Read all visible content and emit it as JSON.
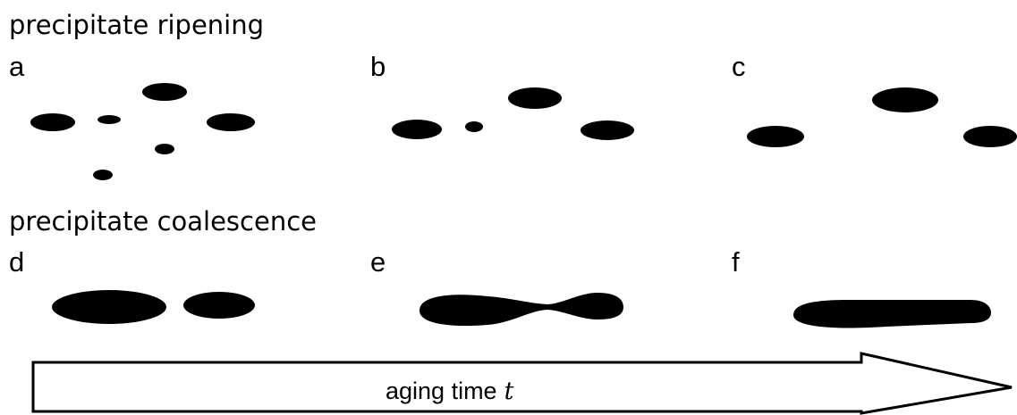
{
  "ripening": {
    "heading": "precipitate ripening",
    "panels": [
      {
        "letter": "a"
      },
      {
        "letter": "b"
      },
      {
        "letter": "c"
      }
    ]
  },
  "coalescence": {
    "heading": "precipitate coalescence",
    "panels": [
      {
        "letter": "d"
      },
      {
        "letter": "e"
      },
      {
        "letter": "f"
      }
    ]
  },
  "arrow": {
    "label": "aging time",
    "variable": "t"
  },
  "colors": {
    "ink": "#000000",
    "background": "#ffffff"
  }
}
